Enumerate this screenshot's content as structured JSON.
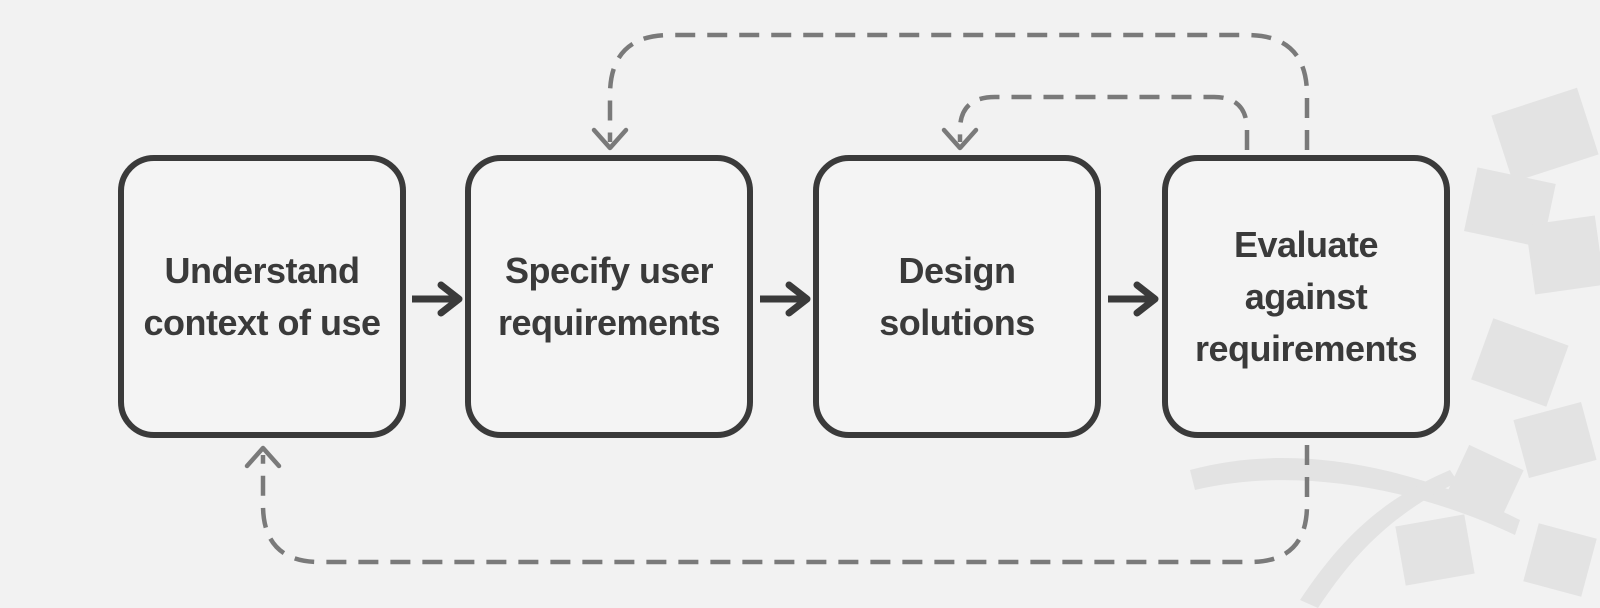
{
  "diagram": {
    "steps": [
      {
        "id": "understand",
        "label": "Understand\ncontext of use"
      },
      {
        "id": "specify",
        "label": "Specify user\nrequirements"
      },
      {
        "id": "design",
        "label": "Design\nsolutions"
      },
      {
        "id": "evaluate",
        "label": "Evaluate\nagainst\nrequirements"
      }
    ],
    "flow_arrows": [
      {
        "from": "understand",
        "to": "specify",
        "style": "solid"
      },
      {
        "from": "specify",
        "to": "design",
        "style": "solid"
      },
      {
        "from": "design",
        "to": "evaluate",
        "style": "solid"
      }
    ],
    "feedback_loops": [
      {
        "from": "evaluate",
        "to": "specify",
        "style": "dashed"
      },
      {
        "from": "evaluate",
        "to": "design",
        "style": "dashed"
      },
      {
        "from": "evaluate",
        "to": "understand",
        "style": "dashed"
      }
    ],
    "colors": {
      "background": "#f2f2f2",
      "box_border": "#3a3a3a",
      "text": "#3a3a3a",
      "solid_arrow": "#3a3a3a",
      "dashed_arrow": "#7a7a7a",
      "watermark": "#e0e0e0"
    }
  }
}
